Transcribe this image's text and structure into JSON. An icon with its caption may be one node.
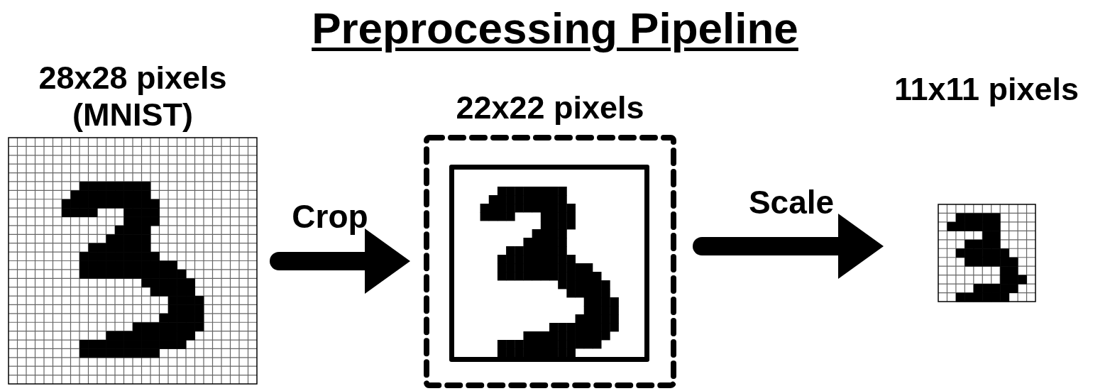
{
  "diagram": {
    "title": "Preprocessing Pipeline",
    "nodes": [
      {
        "text": [
          "28x28 pixels (MNIST)"
        ]
      },
      {
        "text": [
          "22x22 pixels"
        ]
      },
      {
        "text": [],
        "shape": "box",
        "in": 1
      },
      {
        "text": [
          "11x11 pixels"
        ]
      }
    ],
    "edges": [
      {
        "from": 0,
        "to": 1,
        "arrow": "to",
        "label": "Crop"
      },
      {
        "from": 1,
        "to": 3,
        "arrow": "to",
        "label": "Scale"
      }
    ]
  }
}
